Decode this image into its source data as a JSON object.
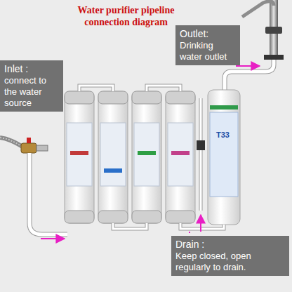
{
  "diagram": {
    "title": "Water purifier pipeline connection diagram",
    "nodes": [
      {
        "text": [
          "Inlet :",
          "connect to the water source"
        ]
      },
      {
        "text": [
          "Outlet:",
          "Drinking water outlet"
        ]
      },
      {
        "text": [
          "Drain :",
          "Keep closed, open regularly to drain."
        ]
      }
    ],
    "labels": [
      "T33"
    ]
  }
}
